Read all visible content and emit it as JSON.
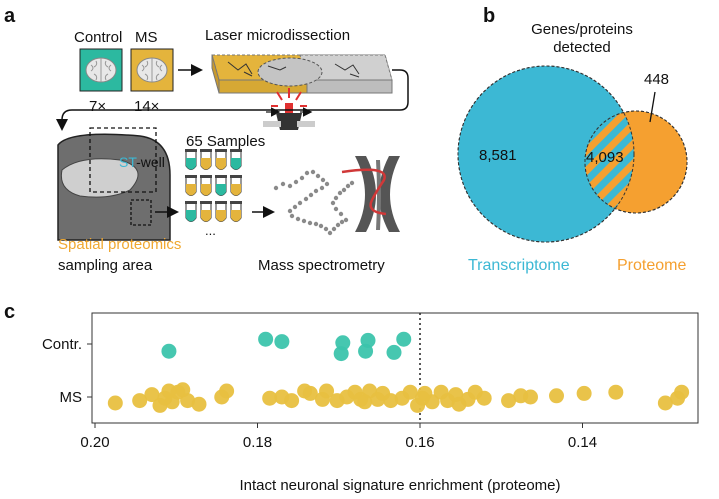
{
  "panels": {
    "a": {
      "label": "a",
      "control_label": "Control",
      "ms_label": "MS",
      "control_count": "7×",
      "ms_count": "14×",
      "laser_title": "Laser microdissection",
      "samples_title": "65 Samples",
      "st_prefix": "ST",
      "st_suffix": "-well",
      "spatial_label": "Spatial proteomics",
      "sampling_label": "sampling area",
      "ellipsis": "...",
      "ms_title": "Mass spectrometry"
    },
    "b": {
      "label": "b",
      "title_line1": "Genes/proteins",
      "title_line2": "detected",
      "transcriptome_only": "8,581",
      "overlap": "4,093",
      "proteome_only": "448",
      "transcriptome_label": "Transcriptome",
      "proteome_label": "Proteome"
    },
    "c": {
      "label": "c"
    }
  },
  "colors": {
    "teal": "#3cb8d4",
    "orange": "#f5a030",
    "control_box": "#2cb9a0",
    "ms_box": "#e4b43c",
    "green_dot": "#3cc4ac",
    "yellow_dot": "#e8c040",
    "spatial_text": "#f0a830"
  },
  "chart_data": {
    "type": "scatter",
    "title": "",
    "xlabel": "Intact neuronal signature enrichment (proteome)",
    "ylabel": "",
    "x_reversed": true,
    "xlim": [
      0.2,
      0.125
    ],
    "xticks": [
      "0.20",
      "0.18",
      "0.16",
      "0.14"
    ],
    "xtick_values": [
      0.2,
      0.18,
      0.16,
      0.14
    ],
    "categories": [
      "Contr.",
      "MS"
    ],
    "reference_line": 0.16,
    "series": [
      {
        "name": "Contr.",
        "color": "#3cc4ac",
        "x": [
          0.1909,
          0.179,
          0.177,
          0.1697,
          0.1695,
          0.1667,
          0.1664,
          0.1632,
          0.162
        ],
        "jitter": [
          0.6,
          -0.4,
          -0.2,
          0.8,
          -0.1,
          0.6,
          -0.3,
          0.7,
          -0.4
        ]
      },
      {
        "name": "MS",
        "color": "#e8c040",
        "x": [
          0.1975,
          0.1945,
          0.193,
          0.192,
          0.1914,
          0.1909,
          0.1905,
          0.1898,
          0.1892,
          0.1886,
          0.1872,
          0.1844,
          0.1838,
          0.1785,
          0.177,
          0.1758,
          0.1742,
          0.1735,
          0.172,
          0.1715,
          0.1702,
          0.169,
          0.168,
          0.1673,
          0.1668,
          0.1662,
          0.1652,
          0.1646,
          0.1636,
          0.1622,
          0.1612,
          0.1603,
          0.1597,
          0.1594,
          0.1585,
          0.1574,
          0.1566,
          0.1556,
          0.1552,
          0.1541,
          0.1532,
          0.1521,
          0.1491,
          0.1476,
          0.1464,
          0.1432,
          0.1398,
          0.1359,
          0.1298,
          0.1283,
          0.1278
        ],
        "jitter": [
          0.5,
          0.3,
          -0.2,
          0.7,
          0.1,
          -0.5,
          0.4,
          -0.4,
          -0.6,
          0.3,
          0.6,
          0.0,
          -0.5,
          0.1,
          0.0,
          0.3,
          -0.5,
          -0.3,
          0.2,
          -0.5,
          0.3,
          0.0,
          -0.4,
          0.2,
          0.4,
          -0.5,
          0.2,
          -0.3,
          0.3,
          0.1,
          -0.4,
          0.7,
          0.1,
          -0.3,
          0.4,
          -0.4,
          0.3,
          -0.2,
          0.6,
          0.2,
          -0.4,
          0.1,
          0.3,
          -0.1,
          0.0,
          -0.1,
          -0.3,
          -0.4,
          0.5,
          0.1,
          -0.4
        ]
      }
    ]
  }
}
